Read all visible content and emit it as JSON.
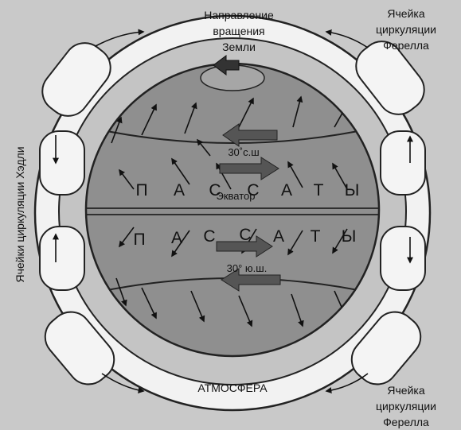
{
  "title_lines": [
    "Направление",
    "вращения",
    "Земли"
  ],
  "ferrel_top": [
    "Ячейка",
    "циркуляции",
    "Ферелла"
  ],
  "ferrel_bottom": [
    "Ячейка",
    "циркуляции",
    "Ферелла"
  ],
  "hadley_label": "Ячейки циркуляции Хэдли",
  "atmosphere_label": "АТМОСФЕРА",
  "equator_label": "Экватор",
  "north_lat_label": "30˚с.ш",
  "south_lat_label": "30° ю.ш.",
  "north_trade_letters": [
    "П",
    "А",
    "С",
    "С",
    "А",
    "Т",
    "Ы"
  ],
  "south_trade_letters": [
    "П",
    "А",
    "С",
    "С",
    "А",
    "Т",
    "Ы"
  ],
  "colors": {
    "background": "#c9c9c9",
    "globe": "#8f8f8f",
    "ring": "#f2f2f2",
    "ink": "#111111",
    "band_arrow": "#555555"
  }
}
